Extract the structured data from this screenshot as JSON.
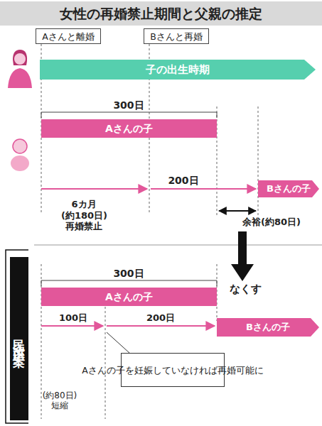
{
  "diagram": {
    "title": "女性の再婚禁止期間と父親の推定",
    "nodes": [
      {
        "text": [
          "Aさんと離婚"
        ]
      },
      {
        "text": [
          "Bさんと再婚"
        ]
      },
      {
        "text": [
          "子の出生時期"
        ]
      },
      {
        "text": [
          "Aさんの子"
        ]
      },
      {
        "text": [
          "Bさんの子"
        ]
      },
      {
        "text": [
          "民法改正案"
        ]
      },
      {
        "text": [
          "Aさんの子"
        ]
      },
      {
        "text": [
          "Bさんの子"
        ]
      },
      {
        "text": [
          "Aさんの子を妊娠していなければ再婚可能に"
        ]
      }
    ],
    "labels": [
      "300日",
      "6カ月 (約180日) 再婚禁止",
      "200日",
      "余裕(約80日)",
      "300日",
      "なくす",
      "100日",
      "200日",
      "(約80日) 短縮"
    ]
  }
}
